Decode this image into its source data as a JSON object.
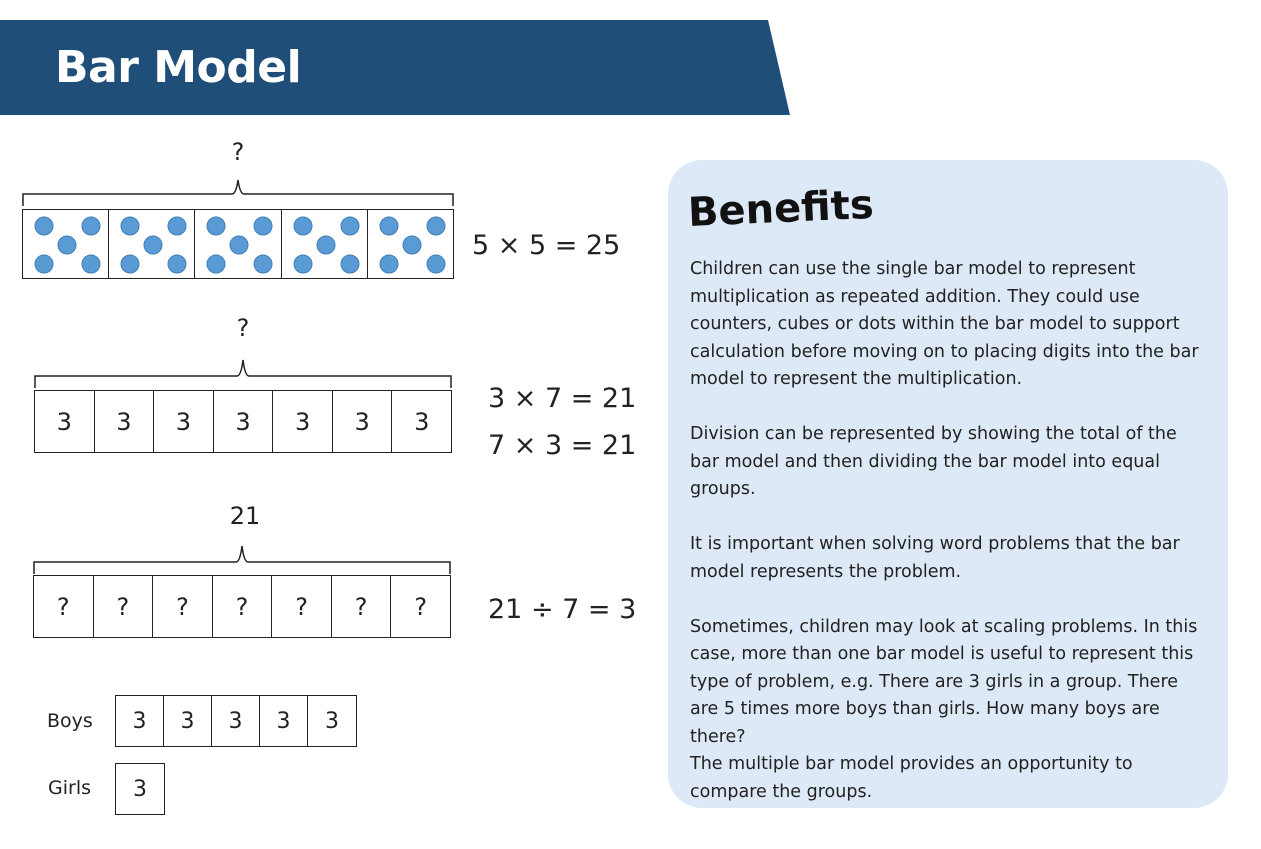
{
  "header": {
    "title": "Bar Model"
  },
  "model1": {
    "label": "?",
    "cells": 5,
    "equation": "5 × 5 = 25",
    "dot_color": "#5b9bd5"
  },
  "model2": {
    "label": "?",
    "cells": [
      "3",
      "3",
      "3",
      "3",
      "3",
      "3",
      "3"
    ],
    "equation1": "3 × 7 = 21",
    "equation2": "7 × 3 = 21"
  },
  "model3": {
    "label": "21",
    "cells": [
      "?",
      "?",
      "?",
      "?",
      "?",
      "?",
      "?"
    ],
    "equation": "21 ÷ 7 = 3"
  },
  "model4": {
    "boys_label": "Boys",
    "boys_cells": [
      "3",
      "3",
      "3",
      "3",
      "3"
    ],
    "girls_label": "Girls",
    "girls_cells": [
      "3"
    ]
  },
  "benefits": {
    "title": "Benefits",
    "p1": "Children can use the single bar model to represent multiplication as repeated addition. They could use counters, cubes or dots within the bar model to support calculation before moving on to placing digits into the bar model to represent the multiplication.",
    "p2": "Division can be represented by showing the total of the bar model and then dividing the bar model into equal groups.",
    "p3": "It is important when solving word problems that the bar model represents the problem.",
    "p4": "Sometimes, children may look at scaling problems. In this case, more than one bar model is useful to represent this type of problem, e.g. There are 3 girls in a group. There are 5 times more boys than girls. How many boys are there?",
    "p5": "The multiple bar model provides an opportunity to compare the groups."
  },
  "colors": {
    "banner": "#1f4e79",
    "panel": "#dde9f6"
  }
}
